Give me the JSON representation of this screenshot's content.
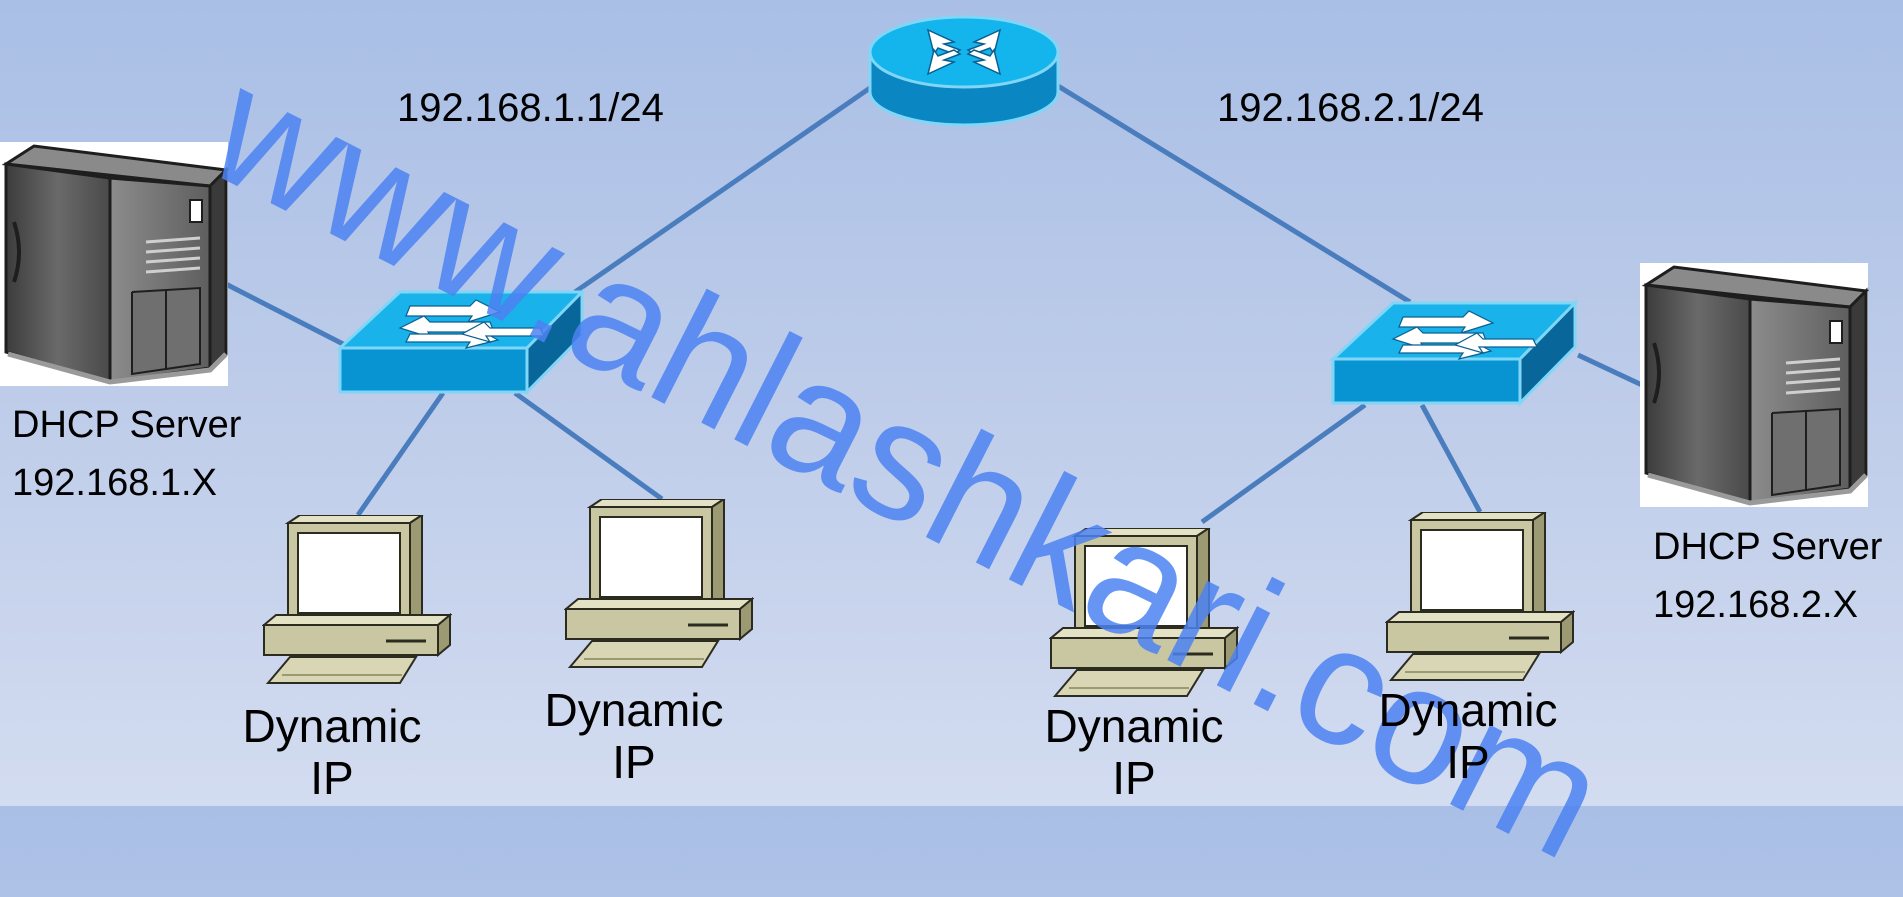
{
  "links": [
    {
      "from": "router",
      "to": "switch-left"
    },
    {
      "from": "router",
      "to": "switch-right"
    },
    {
      "from": "server-left",
      "to": "switch-left"
    },
    {
      "from": "server-right",
      "to": "switch-right"
    },
    {
      "from": "switch-left",
      "to": "pc-1"
    },
    {
      "from": "switch-left",
      "to": "pc-2"
    },
    {
      "from": "switch-right",
      "to": "pc-3"
    },
    {
      "from": "switch-right",
      "to": "pc-4"
    }
  ],
  "colors": {
    "link": "#4a7dbd",
    "device_blue": "#0aa8e6",
    "device_dark": "#0a6fa6",
    "watermark": "#4d83f2"
  },
  "router": {
    "icon": "router-icon"
  },
  "switches": [
    {
      "icon": "switch-icon"
    },
    {
      "icon": "switch-icon"
    }
  ],
  "left_subnet": {
    "gateway": "192.168.1.1/24",
    "server": {
      "line1": "DHCP Server",
      "line2": "192.168.1.X",
      "icon": "server-icon"
    },
    "pcs": [
      {
        "line1": "Dynamic",
        "line2": "IP",
        "icon": "pc-icon"
      },
      {
        "line1": "Dynamic",
        "line2": "IP",
        "icon": "pc-icon"
      }
    ]
  },
  "right_subnet": {
    "gateway": "192.168.2.1/24",
    "server": {
      "line1": "DHCP Server",
      "line2": "192.168.2.X",
      "icon": "server-icon"
    },
    "pcs": [
      {
        "line1": "Dynamic",
        "line2": "IP",
        "icon": "pc-icon"
      },
      {
        "line1": "Dynamic",
        "line2": "IP",
        "icon": "pc-icon"
      }
    ]
  },
  "watermark": "www.ahlashkari.com"
}
